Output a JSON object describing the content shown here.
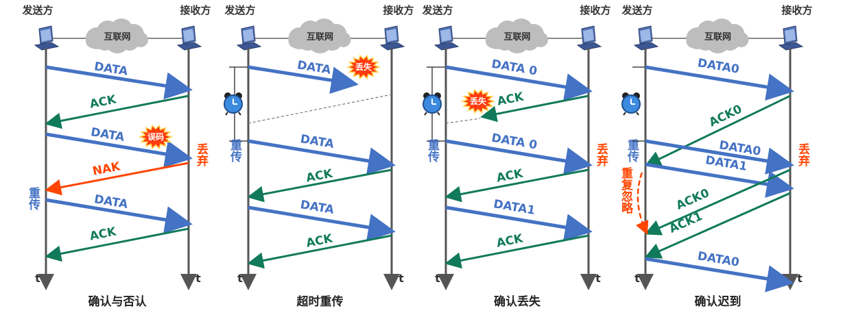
{
  "colors": {
    "data": "#4472c4",
    "ack": "#117a5a",
    "nak": "#ff4500",
    "note": "#ff4500",
    "axis": "#555555",
    "burst": "#ff3b10"
  },
  "icons": [
    "laptop-icon",
    "cloud-icon",
    "alarm-clock-icon",
    "burst-icon"
  ],
  "panels": [
    {
      "sender": "发送方",
      "receiver": "接收方",
      "cloud": "互联网",
      "caption": "确认与否认",
      "t_left": "t",
      "t_right": "t",
      "arrows": [
        {
          "kind": "data",
          "label": "DATA"
        },
        {
          "kind": "ack",
          "label": "ACK"
        },
        {
          "kind": "data",
          "label": "DATA"
        },
        {
          "kind": "nak",
          "label": "NAK"
        },
        {
          "kind": "data",
          "label": "DATA"
        },
        {
          "kind": "ack",
          "label": "ACK"
        }
      ],
      "badges": [
        "误码"
      ],
      "notes": [
        {
          "text": "丢弃",
          "color": "nak"
        },
        {
          "text": "重传",
          "color": "data"
        }
      ]
    },
    {
      "sender": "发送方",
      "receiver": "接收方",
      "cloud": "互联网",
      "caption": "超时重传",
      "t_left": "t",
      "t_right": "t",
      "arrows": [
        {
          "kind": "data",
          "label": "DATA"
        },
        {
          "kind": "data",
          "label": "DATA"
        },
        {
          "kind": "ack",
          "label": "ACK"
        },
        {
          "kind": "data",
          "label": "DATA"
        },
        {
          "kind": "ack",
          "label": "ACK"
        }
      ],
      "badges": [
        "丢失"
      ],
      "notes": [
        {
          "text": "重传",
          "color": "data"
        }
      ]
    },
    {
      "sender": "发送方",
      "receiver": "接收方",
      "cloud": "互联网",
      "caption": "确认丢失",
      "t_left": "t",
      "t_right": "t",
      "arrows": [
        {
          "kind": "data",
          "label": "DATA 0"
        },
        {
          "kind": "ack",
          "label": "ACK"
        },
        {
          "kind": "data",
          "label": "DATA 0"
        },
        {
          "kind": "ack",
          "label": "ACK"
        },
        {
          "kind": "data",
          "label": "DATA1"
        },
        {
          "kind": "ack",
          "label": "ACK"
        }
      ],
      "badges": [
        "丢失"
      ],
      "notes": [
        {
          "text": "丢弃",
          "color": "nak"
        },
        {
          "text": "重传",
          "color": "data"
        }
      ]
    },
    {
      "sender": "发送方",
      "receiver": "接收方",
      "cloud": "互联网",
      "caption": "确认迟到",
      "t_left": "t",
      "t_right": "t",
      "arrows": [
        {
          "kind": "data",
          "label": "DATA0"
        },
        {
          "kind": "ack",
          "label": "ACK0"
        },
        {
          "kind": "data",
          "label": "DATA0"
        },
        {
          "kind": "data",
          "label": "DATA1"
        },
        {
          "kind": "ack",
          "label": "ACK0"
        },
        {
          "kind": "ack",
          "label": "ACK1"
        },
        {
          "kind": "data",
          "label": "DATA0"
        }
      ],
      "badges": [],
      "notes": [
        {
          "text": "丢弃",
          "color": "nak"
        },
        {
          "text": "重传",
          "color": "data"
        },
        {
          "text": "重复忽略",
          "color": "nak"
        }
      ]
    }
  ]
}
